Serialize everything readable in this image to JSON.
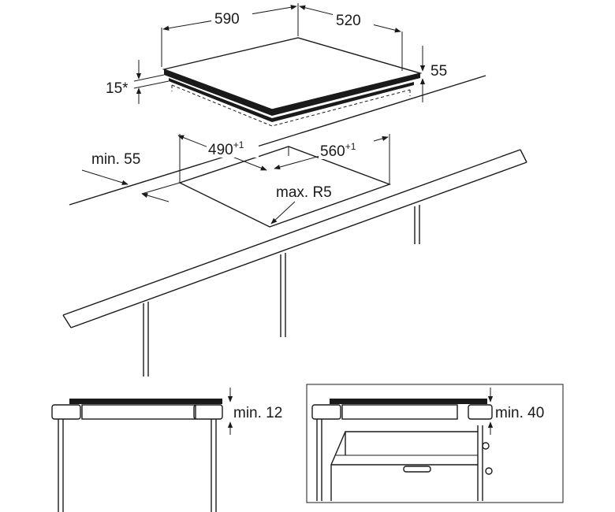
{
  "dimensions": {
    "width": "590",
    "depth": "520",
    "edge_gap": "15*",
    "height": "55",
    "cutout_width_base": "490",
    "cutout_width_tol": "+1",
    "cutout_depth_base": "560",
    "cutout_depth_tol": "+1",
    "min_front": "min. 55",
    "corner_radius": "max. R5",
    "clearance_left": "min. 12",
    "clearance_right": "min. 40"
  },
  "colors": {
    "line": "#1a1a1a",
    "hob_glass": "#1a1a1a",
    "background": "#ffffff"
  }
}
